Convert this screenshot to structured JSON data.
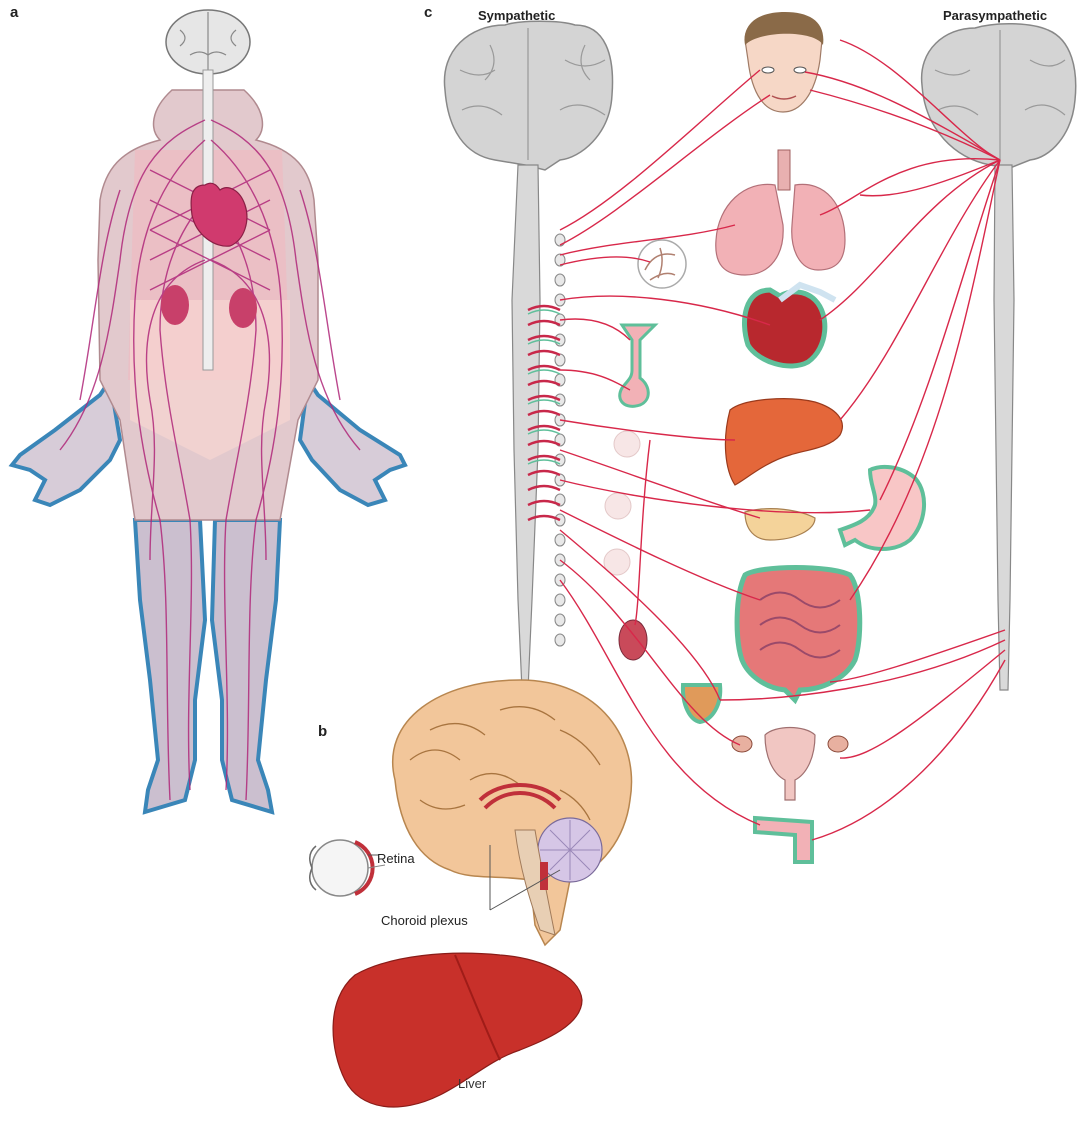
{
  "panels": {
    "a": "a",
    "b": "b",
    "c": "c"
  },
  "panel_c": {
    "left_header": "Sympathetic",
    "right_header": "Parasympathetic"
  },
  "panel_b": {
    "retina_label": "Retina",
    "choroid_label": "Choroid plexus",
    "liver_label": "Liver"
  },
  "colors": {
    "nerve": "#d8284a",
    "highlight_outline": "#5fbf9a",
    "body_outline": "#3a86b8",
    "brain_grey": "#d4d4d4",
    "liver_red": "#c8302a"
  }
}
